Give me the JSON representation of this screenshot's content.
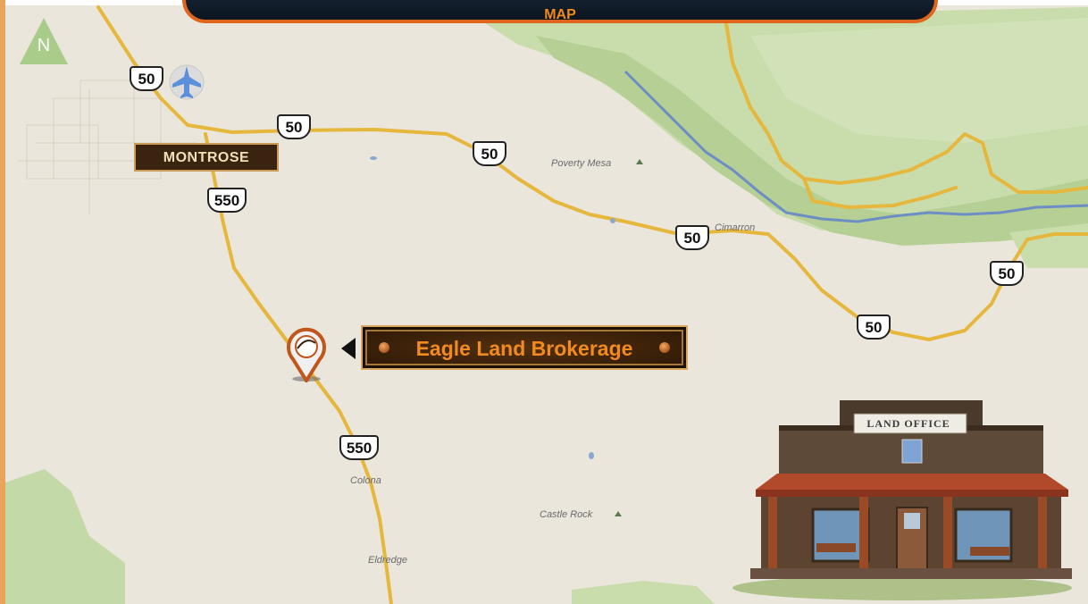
{
  "banner": {
    "text": "MAP"
  },
  "compass": {
    "label": "N"
  },
  "route_shields": [
    {
      "id": "us50-airport",
      "label": "50"
    },
    {
      "id": "us50-a",
      "label": "50"
    },
    {
      "id": "us50-b",
      "label": "50"
    },
    {
      "id": "us50-cimarron",
      "label": "50"
    },
    {
      "id": "us50-east",
      "label": "50"
    },
    {
      "id": "us50-south",
      "label": "50"
    },
    {
      "id": "us550-north",
      "label": "550"
    },
    {
      "id": "us550-south",
      "label": "550"
    }
  ],
  "city_sign": {
    "label": "MONTROSE"
  },
  "marker": {
    "label": "Eagle Land Brokerage"
  },
  "place_labels": {
    "poverty_mesa": "Poverty Mesa",
    "cimarron": "Cimarron",
    "colona": "Colona",
    "castle_rock": "Castle Rock",
    "eldredge": "Eldredge"
  },
  "building": {
    "sign_text": "LAND OFFICE"
  },
  "colors": {
    "land": "#ece7dc",
    "forest": "#c4d9a8",
    "highway": "#e6b73d",
    "river": "#6d8ec4",
    "accent_orange": "#e0651c",
    "sign_brown": "#3a2410"
  }
}
